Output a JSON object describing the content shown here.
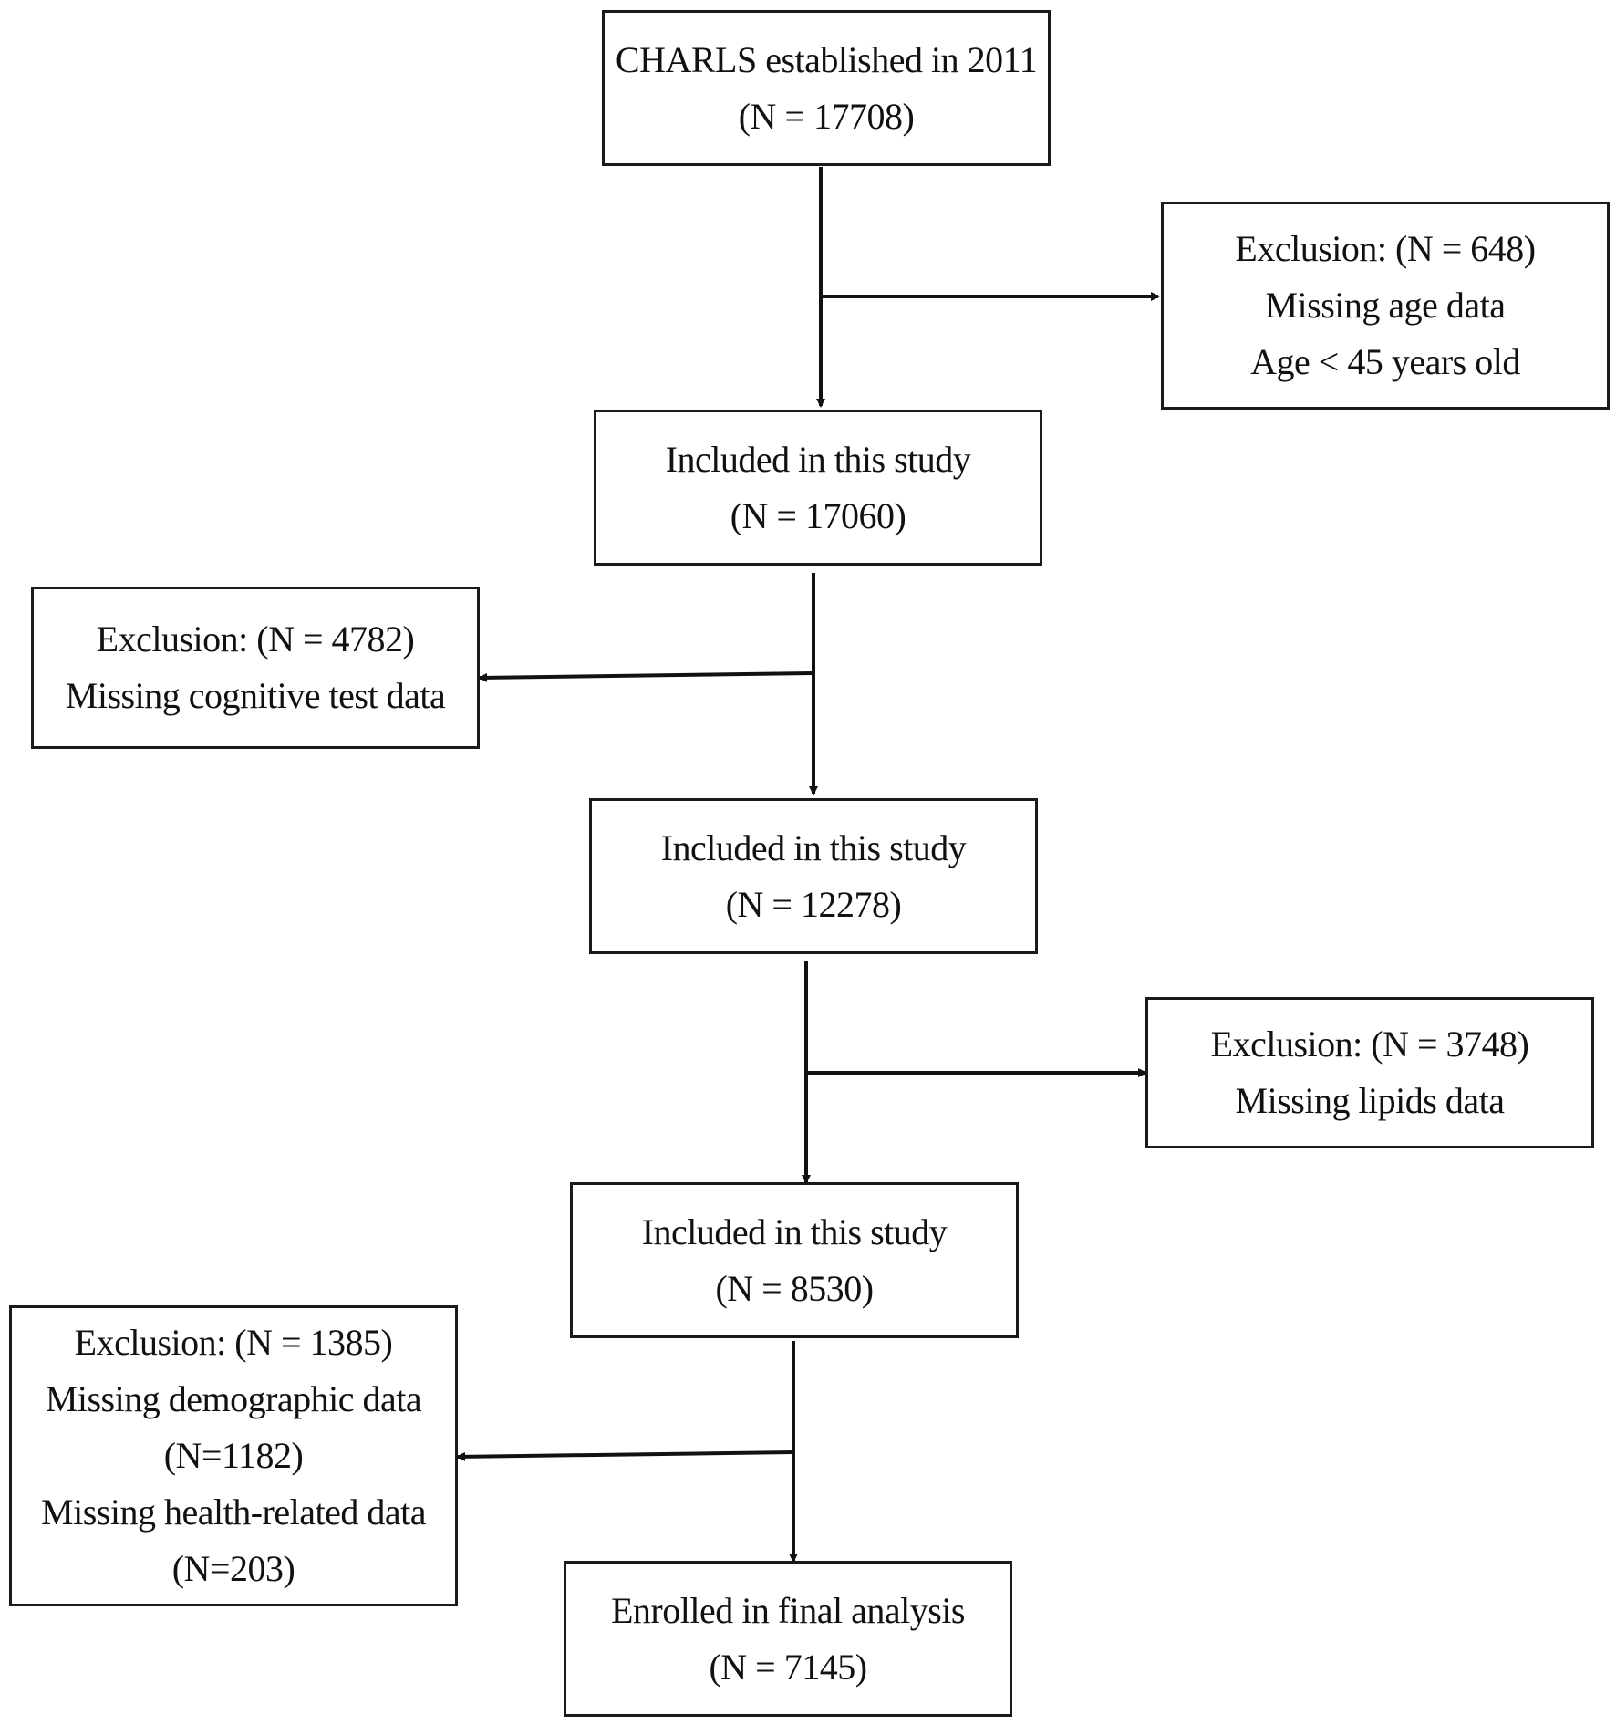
{
  "boxes": {
    "start": {
      "lines": [
        "CHARLS established in 2011",
        "(N = 17708)"
      ]
    },
    "exclusion_1": {
      "lines": [
        "Exclusion: (N = 648)",
        "Missing age data",
        "Age  < 45 years old"
      ]
    },
    "included_1": {
      "lines": [
        "Included in this study",
        "(N = 17060)"
      ]
    },
    "exclusion_2": {
      "lines": [
        "Exclusion: (N = 4782)",
        "Missing cognitive test data"
      ]
    },
    "included_2": {
      "lines": [
        "Included in this study",
        "(N = 12278)"
      ]
    },
    "exclusion_3": {
      "lines": [
        "Exclusion: (N = 3748)",
        "Missing lipids data"
      ]
    },
    "included_3": {
      "lines": [
        "Included in this study",
        "(N = 8530)"
      ]
    },
    "exclusion_4": {
      "lines": [
        "Exclusion: (N = 1385)",
        "Missing demographic data",
        "(N=1182)",
        "Missing health-related data",
        "(N=203)"
      ]
    },
    "final": {
      "lines": [
        "Enrolled in final analysis",
        "(N = 7145)"
      ]
    }
  }
}
